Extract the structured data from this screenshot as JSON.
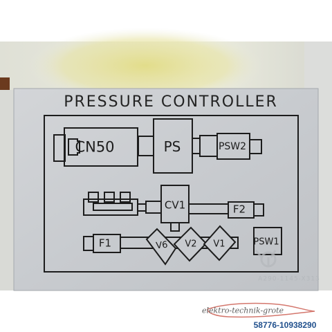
{
  "label": {
    "title": "PRESSURE CONTROLLER",
    "connector": "CN50",
    "pressure_sensor": "PS",
    "pressure_switch_2": "PSW2",
    "control_valve": "CV1",
    "filter_2": "F2",
    "filter_1": "F1",
    "valve_6": "V6",
    "valve_2": "V2",
    "valve_1": "V1",
    "pressure_switch_1": "PSW1",
    "part_code": "A290-1145-X313"
  },
  "watermark": {
    "brand": "elektro-technik-grote",
    "item_code": "58776-10938290"
  },
  "colors": {
    "plate": "#c9ccd0",
    "plate_border": "#a4a8ad",
    "ink": "#1c1c1c",
    "wall": "#e3e4d6",
    "yellow_residue": "#e5e08a",
    "cable": "#6b3a1e",
    "watermark_brand": "#5f5f5f",
    "watermark_code": "#1f4f8c"
  }
}
